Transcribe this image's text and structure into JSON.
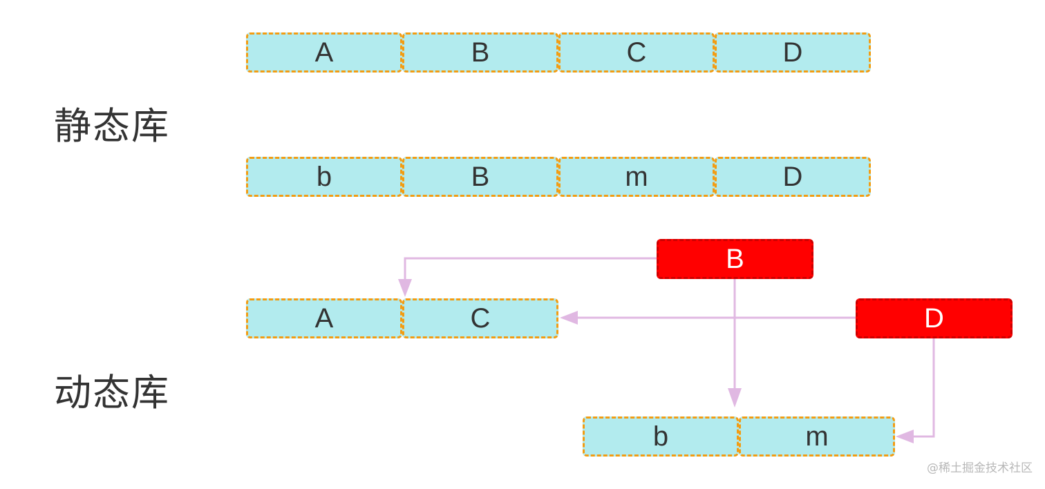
{
  "labels": {
    "static": "静态库",
    "dynamic": "动态库"
  },
  "static_rows": [
    [
      "A",
      "B",
      "C",
      "D"
    ],
    [
      "b",
      "B",
      "m",
      "D"
    ]
  ],
  "dynamic": {
    "row1": [
      "A",
      "C"
    ],
    "row2": [
      "b",
      "m"
    ],
    "red_blocks": [
      "B",
      "D"
    ]
  },
  "watermark": "@稀土掘金技术社区",
  "colors": {
    "cell_fill": "#b2ebee",
    "cell_border": "#f39c12",
    "red_fill": "#ff0000",
    "arrow": "#e0b8e2"
  }
}
